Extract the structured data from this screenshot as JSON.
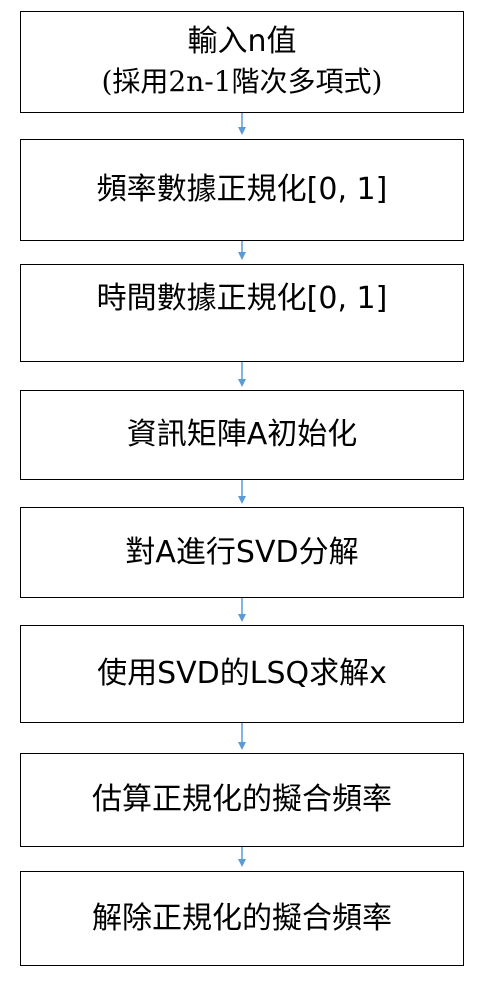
{
  "colors": {
    "connector": "#5B9BD5",
    "box_border": "#000000",
    "text": "#000000"
  },
  "steps": [
    {
      "lines": [
        "輸入n值",
        "(採用2n-1階次多項式)"
      ]
    },
    {
      "lines": [
        "頻率數據正規化[0, 1]"
      ]
    },
    {
      "lines": [
        "時間數據正規化[0, 1]"
      ]
    },
    {
      "lines": [
        "資訊矩陣A初始化"
      ]
    },
    {
      "lines": [
        "對A進行SVD分解"
      ]
    },
    {
      "lines": [
        "使用SVD的LSQ求解x"
      ]
    },
    {
      "lines": [
        "估算正規化的擬合頻率"
      ]
    },
    {
      "lines": [
        "解除正規化的擬合頻率"
      ]
    }
  ]
}
